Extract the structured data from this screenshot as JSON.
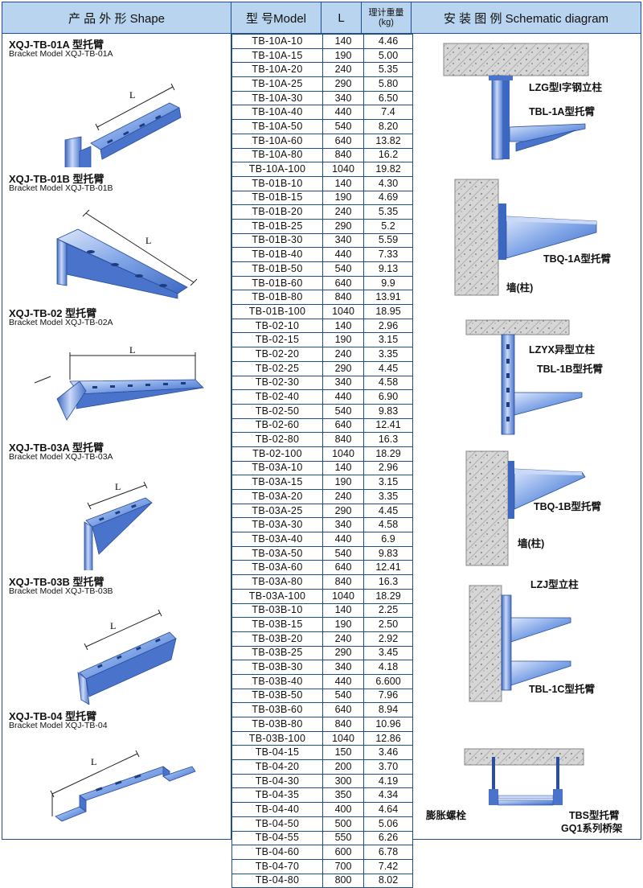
{
  "header": {
    "shape": "产 品 外 形  Shape",
    "model": "型 号Model",
    "length": "L",
    "weight_line1": "理计重量",
    "weight_line2": "(kg)",
    "diagram": "安 装 图 例  Schematic diagram"
  },
  "products": [
    {
      "title": "XQJ-TB-01A 型托臂",
      "subtitle": "Bracket Model XQJ-TB-01A"
    },
    {
      "title": "XQJ-TB-01B 型托臂",
      "subtitle": "Bracket Model XQJ-TB-01B"
    },
    {
      "title": "XQJ-TB-02 型托臂",
      "subtitle": "Bracket Model XQJ-TB-02A"
    },
    {
      "title": "XQJ-TB-03A 型托臂",
      "subtitle": "Bracket Model XQJ-TB-03A"
    },
    {
      "title": "XQJ-TB-03B 型托臂",
      "subtitle": "Bracket Model XQJ-TB-03B"
    },
    {
      "title": "XQJ-TB-04 型托臂",
      "subtitle": "Bracket Model XQJ-TB-04"
    }
  ],
  "dimension_label": "L",
  "rows": [
    [
      "TB-10A-10",
      "140",
      "4.46"
    ],
    [
      "TB-10A-15",
      "190",
      "5.00"
    ],
    [
      "TB-10A-20",
      "240",
      "5.35"
    ],
    [
      "TB-10A-25",
      "290",
      "5.80"
    ],
    [
      "TB-10A-30",
      "340",
      "6.50"
    ],
    [
      "TB-10A-40",
      "440",
      "7.4"
    ],
    [
      "TB-10A-50",
      "540",
      "8.20"
    ],
    [
      "TB-10A-60",
      "640",
      "13.82"
    ],
    [
      "TB-10A-80",
      "840",
      "16.2"
    ],
    [
      "TB-10A-100",
      "1040",
      "19.82"
    ],
    [
      "TB-01B-10",
      "140",
      "4.30"
    ],
    [
      "TB-01B-15",
      "190",
      "4.69"
    ],
    [
      "TB-01B-20",
      "240",
      "5.35"
    ],
    [
      "TB-01B-25",
      "290",
      "5.2"
    ],
    [
      "TB-01B-30",
      "340",
      "5.59"
    ],
    [
      "TB-01B-40",
      "440",
      "7.33"
    ],
    [
      "TB-01B-50",
      "540",
      "9.13"
    ],
    [
      "TB-01B-60",
      "640",
      "9.9"
    ],
    [
      "TB-01B-80",
      "840",
      "13.91"
    ],
    [
      "TB-01B-100",
      "1040",
      "18.95"
    ],
    [
      "TB-02-10",
      "140",
      "2.96"
    ],
    [
      "TB-02-15",
      "190",
      "3.15"
    ],
    [
      "TB-02-20",
      "240",
      "3.35"
    ],
    [
      "TB-02-25",
      "290",
      "4.45"
    ],
    [
      "TB-02-30",
      "340",
      "4.58"
    ],
    [
      "TB-02-40",
      "440",
      "6.90"
    ],
    [
      "TB-02-50",
      "540",
      "9.83"
    ],
    [
      "TB-02-60",
      "640",
      "12.41"
    ],
    [
      "TB-02-80",
      "840",
      "16.3"
    ],
    [
      "TB-02-100",
      "1040",
      "18.29"
    ],
    [
      "TB-03A-10",
      "140",
      "2.96"
    ],
    [
      "TB-03A-15",
      "190",
      "3.15"
    ],
    [
      "TB-03A-20",
      "240",
      "3.35"
    ],
    [
      "TB-03A-25",
      "290",
      "4.45"
    ],
    [
      "TB-03A-30",
      "340",
      "4.58"
    ],
    [
      "TB-03A-40",
      "440",
      "6.9"
    ],
    [
      "TB-03A-50",
      "540",
      "9.83"
    ],
    [
      "TB-03A-60",
      "640",
      "12.41"
    ],
    [
      "TB-03A-80",
      "840",
      "16.3"
    ],
    [
      "TB-03A-100",
      "1040",
      "18.29"
    ],
    [
      "TB-03B-10",
      "140",
      "2.25"
    ],
    [
      "TB-03B-15",
      "190",
      "2.50"
    ],
    [
      "TB-03B-20",
      "240",
      "2.92"
    ],
    [
      "TB-03B-25",
      "290",
      "3.45"
    ],
    [
      "TB-03B-30",
      "340",
      "4.18"
    ],
    [
      "TB-03B-40",
      "440",
      "6.600"
    ],
    [
      "TB-03B-50",
      "540",
      "7.96"
    ],
    [
      "TB-03B-60",
      "640",
      "8.94"
    ],
    [
      "TB-03B-80",
      "840",
      "10.96"
    ],
    [
      "TB-03B-100",
      "1040",
      "12.86"
    ],
    [
      "TB-04-15",
      "150",
      "3.46"
    ],
    [
      "TB-04-20",
      "200",
      "3.70"
    ],
    [
      "TB-04-30",
      "300",
      "4.19"
    ],
    [
      "TB-04-35",
      "350",
      "4.34"
    ],
    [
      "TB-04-40",
      "400",
      "4.64"
    ],
    [
      "TB-04-50",
      "500",
      "5.06"
    ],
    [
      "TB-04-55",
      "550",
      "6.26"
    ],
    [
      "TB-04-60",
      "600",
      "6.78"
    ],
    [
      "TB-04-70",
      "700",
      "7.42"
    ],
    [
      "TB-04-80",
      "800",
      "8.02"
    ]
  ],
  "diagrams": {
    "d1": {
      "column": "LZG型I字钢立柱",
      "arm": "TBL-1A型托臂"
    },
    "d2": {
      "arm": "TBQ-1A型托臂",
      "wall": "墙(柱)"
    },
    "d3": {
      "column": "LZYX异型立柱",
      "arm": "TBL-1B型托臂"
    },
    "d4": {
      "arm": "TBQ-1B型托臂",
      "wall": "墙(柱)"
    },
    "d5": {
      "column": "LZJ型立柱",
      "arm": "TBL-1C型托臂"
    },
    "d6": {
      "bolt": "膨胀螺栓",
      "arm": "TBS型托臂",
      "tray": "GQ1系列桥架"
    }
  },
  "colors": {
    "border": "#1f4e8c",
    "header_bg": "#b8d4ee",
    "steel": "#5a86d8",
    "steel_light": "#b7cdf2",
    "concrete": "#d9d9d9"
  }
}
